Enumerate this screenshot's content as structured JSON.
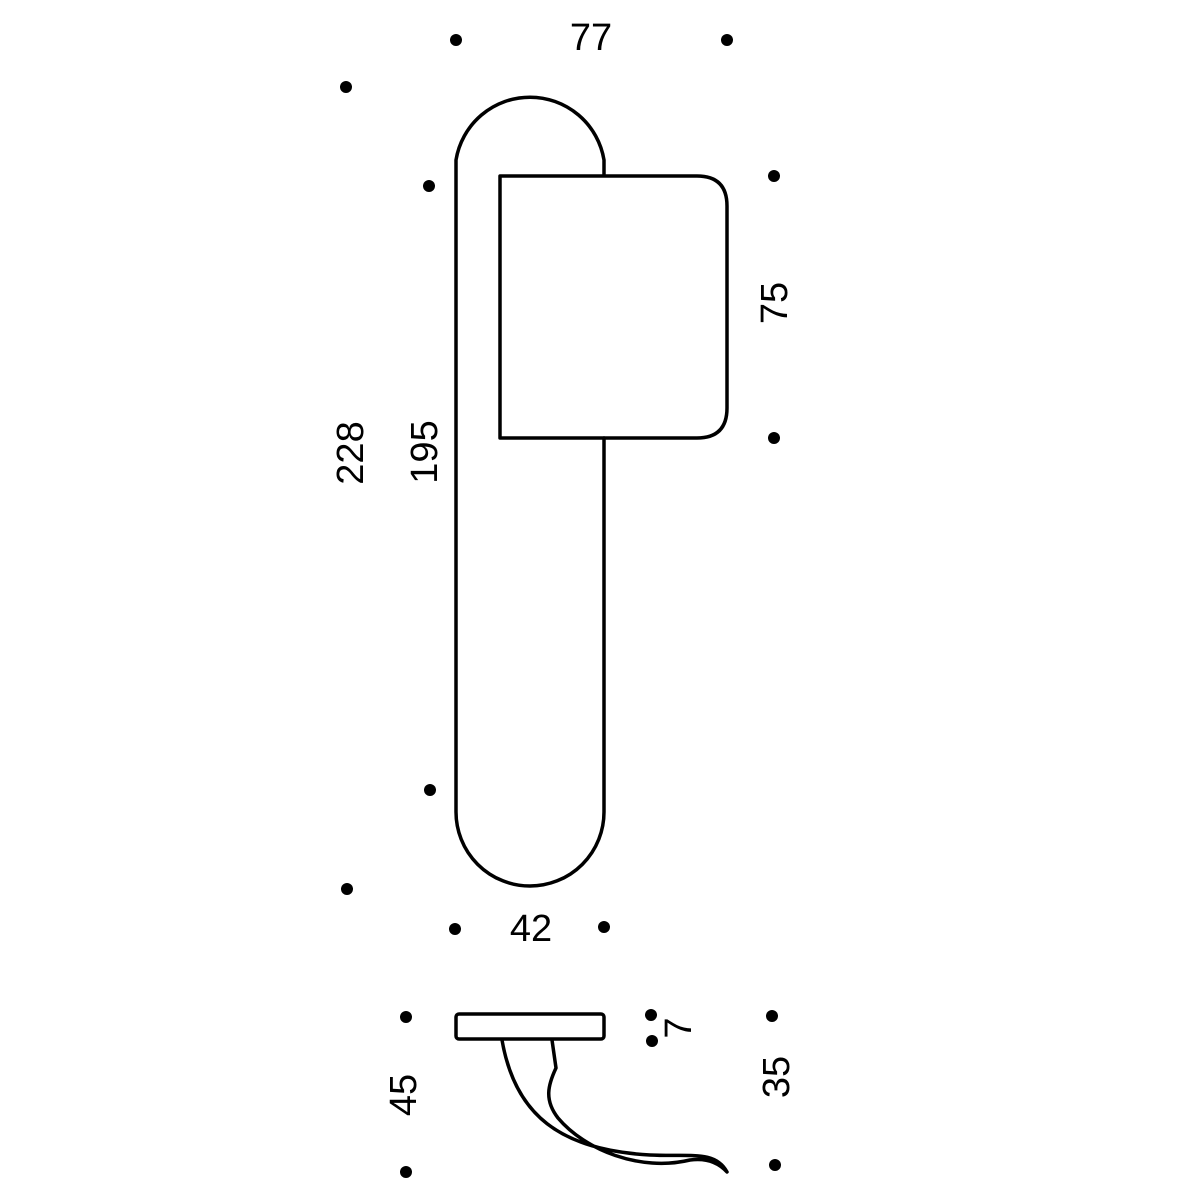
{
  "drawing": {
    "line_color": "#000000",
    "background_color": "#ffffff",
    "front_view": {
      "dimensions": {
        "rosette_width": "42",
        "overall_width": "77",
        "rosette_height": "195",
        "overall_height": "228",
        "lever_height": "75"
      }
    },
    "side_view": {
      "dimensions": {
        "plate_thickness": "7",
        "lever_projection": "35",
        "overall_projection": "45"
      }
    }
  }
}
